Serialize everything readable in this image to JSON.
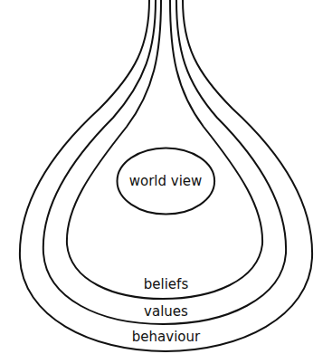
{
  "diagram": {
    "nodes": [
      {
        "text": [
          "behaviour"
        ]
      },
      {
        "text": [
          "values"
        ],
        "in": 0
      },
      {
        "text": [
          "beliefs"
        ],
        "in": 1
      },
      {
        "text": [
          "world view"
        ],
        "in": 2
      }
    ]
  }
}
